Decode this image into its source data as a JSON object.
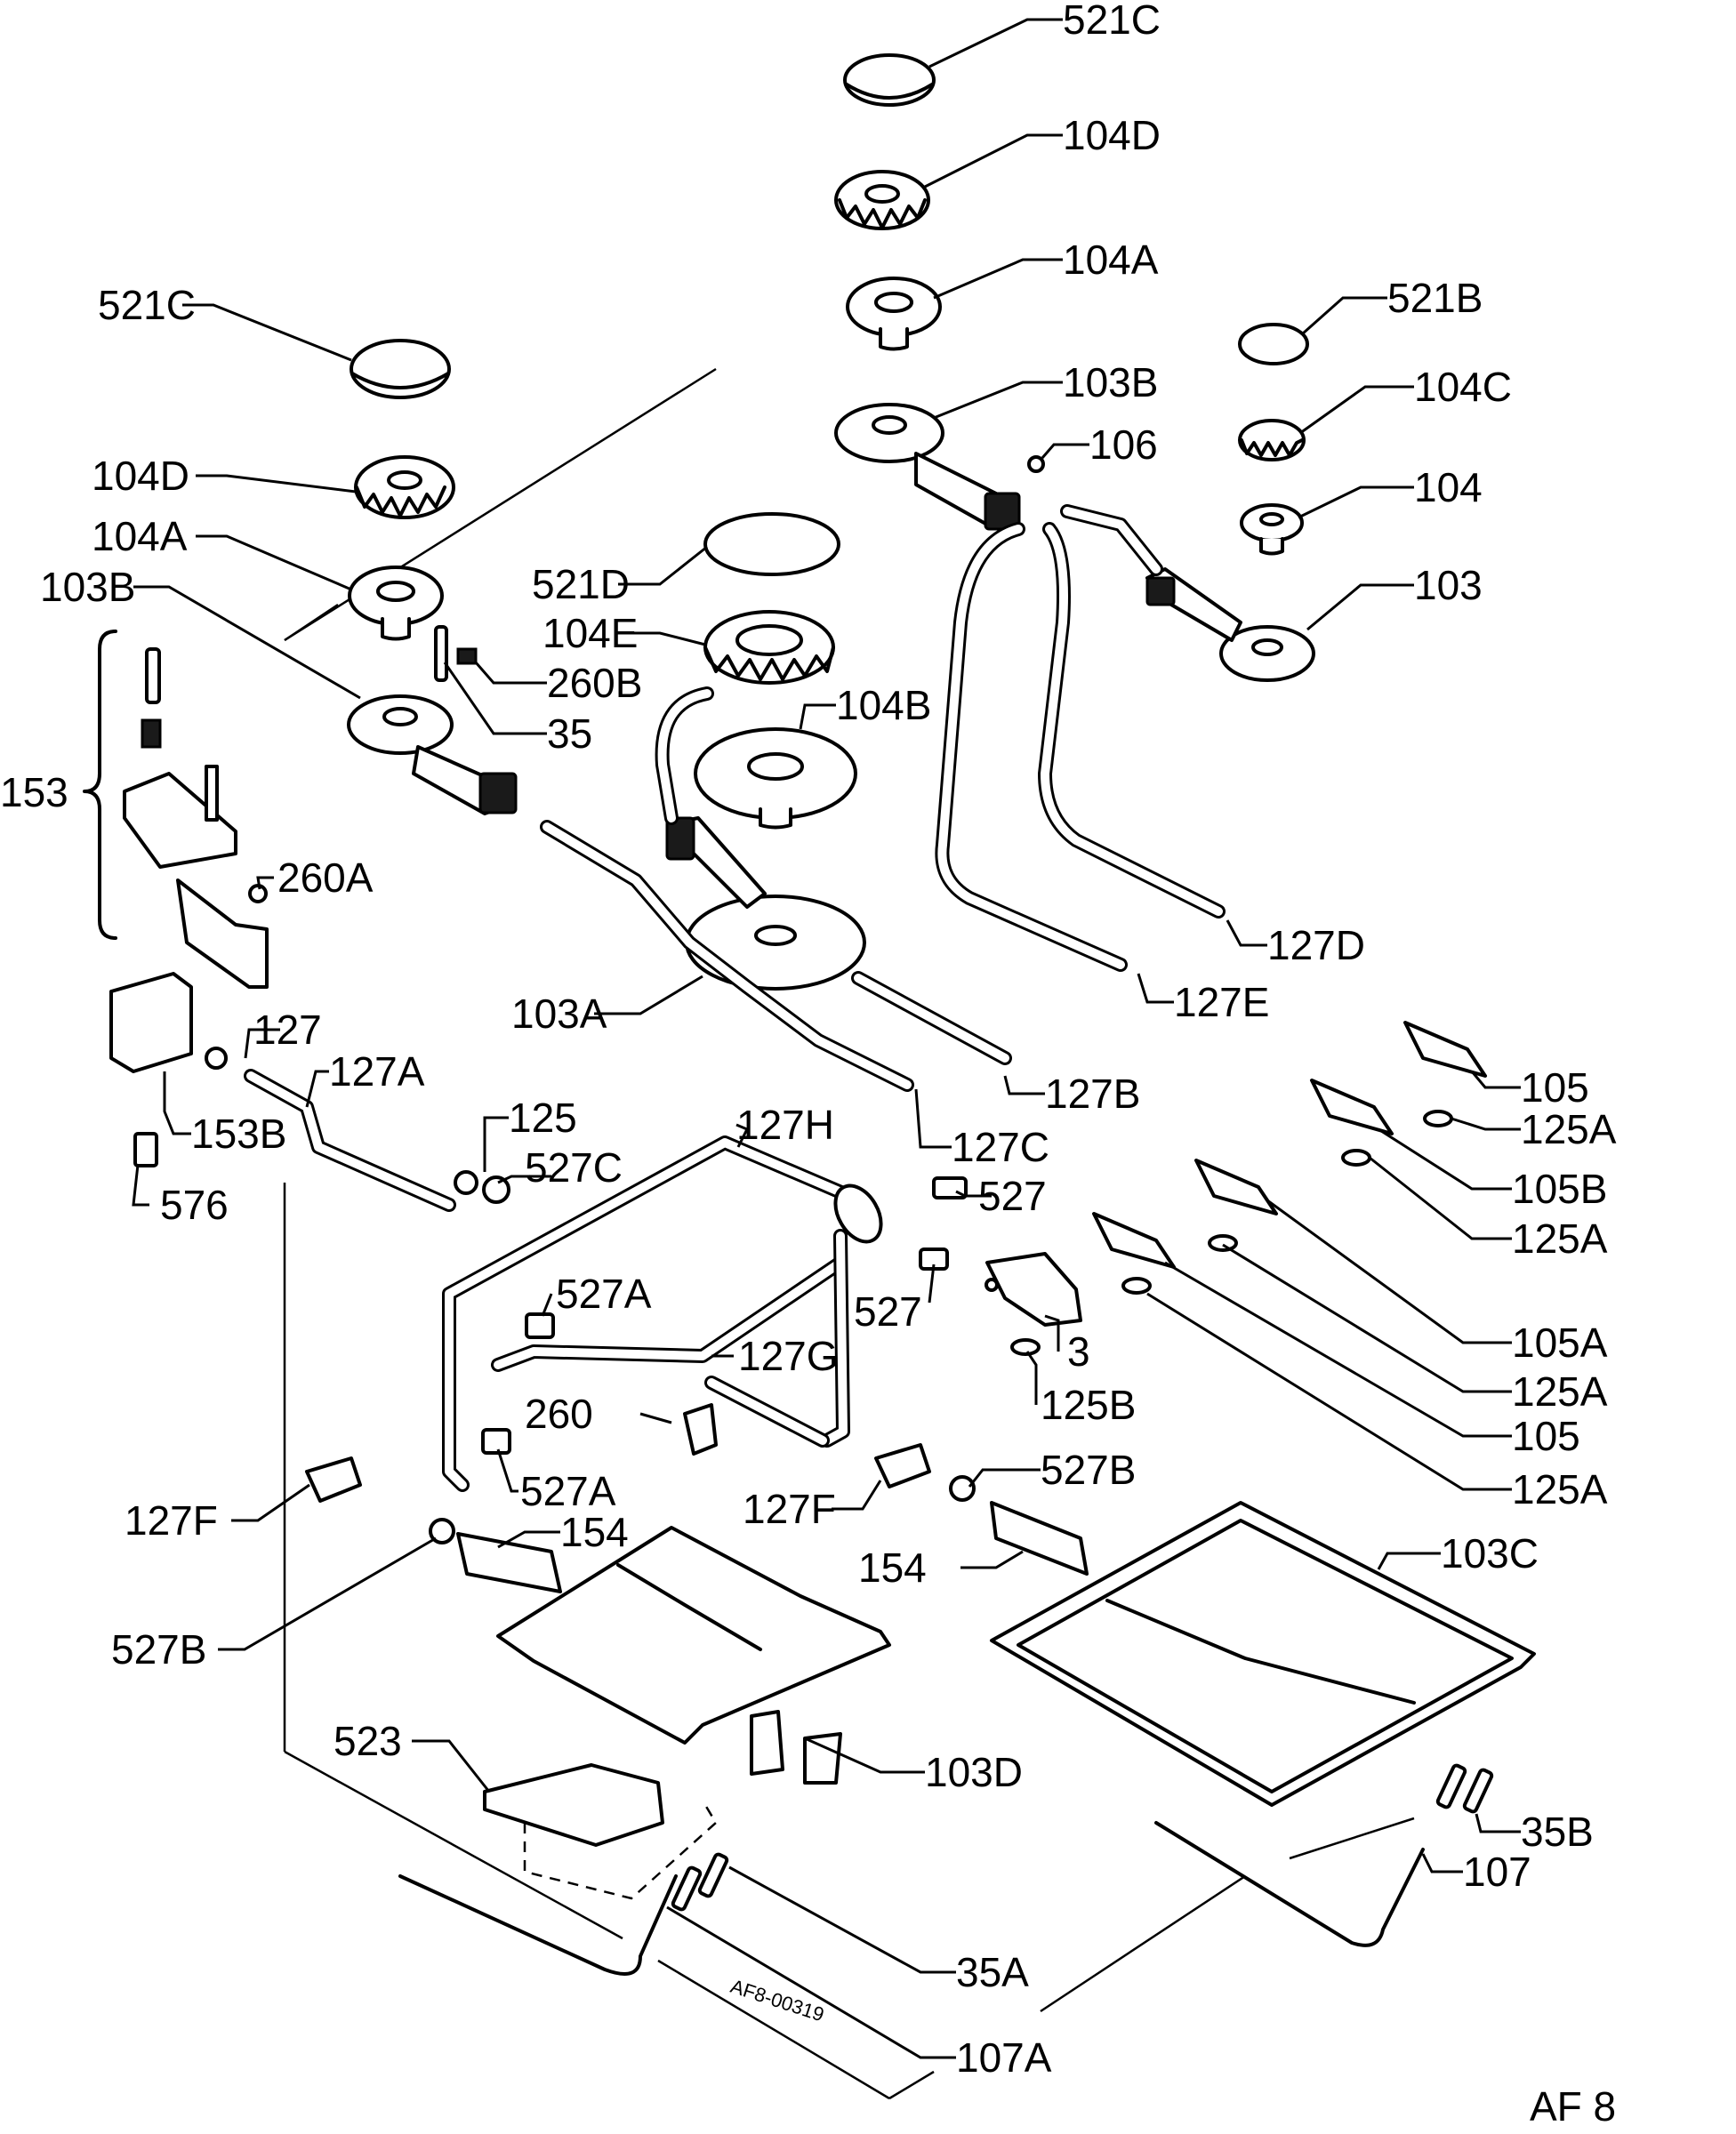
{
  "drawing": {
    "code": "AF8-00319",
    "corner_tag": "AF 8"
  },
  "parts": [
    {
      "label": "521C"
    },
    {
      "label": "104D"
    },
    {
      "label": "104A"
    },
    {
      "label": "103B"
    },
    {
      "label": "521B"
    },
    {
      "label": "104C"
    },
    {
      "label": "106"
    },
    {
      "label": "104"
    },
    {
      "label": "103"
    },
    {
      "label": "521C"
    },
    {
      "label": "104D"
    },
    {
      "label": "104A"
    },
    {
      "label": "103B"
    },
    {
      "label": "521D"
    },
    {
      "label": "104E"
    },
    {
      "label": "260B"
    },
    {
      "label": "35"
    },
    {
      "label": "104B"
    },
    {
      "label": "153"
    },
    {
      "label": "260A"
    },
    {
      "label": "127D"
    },
    {
      "label": "127E"
    },
    {
      "label": "103A"
    },
    {
      "label": "127"
    },
    {
      "label": "127A"
    },
    {
      "label": "127B"
    },
    {
      "label": "105"
    },
    {
      "label": "125A"
    },
    {
      "label": "153B"
    },
    {
      "label": "125"
    },
    {
      "label": "127H"
    },
    {
      "label": "127C"
    },
    {
      "label": "105B"
    },
    {
      "label": "527C"
    },
    {
      "label": "527"
    },
    {
      "label": "576"
    },
    {
      "label": "125A"
    },
    {
      "label": "527A"
    },
    {
      "label": "527"
    },
    {
      "label": "105A"
    },
    {
      "label": "3"
    },
    {
      "label": "127G"
    },
    {
      "label": "125A"
    },
    {
      "label": "125B"
    },
    {
      "label": "260"
    },
    {
      "label": "105"
    },
    {
      "label": "527A"
    },
    {
      "label": "125A"
    },
    {
      "label": "127F"
    },
    {
      "label": "527B"
    },
    {
      "label": "127F"
    },
    {
      "label": "154"
    },
    {
      "label": "103C"
    },
    {
      "label": "154"
    },
    {
      "label": "527B"
    },
    {
      "label": "523"
    },
    {
      "label": "103D"
    },
    {
      "label": "35B"
    },
    {
      "label": "107"
    },
    {
      "label": "35A"
    },
    {
      "label": "107A"
    }
  ]
}
